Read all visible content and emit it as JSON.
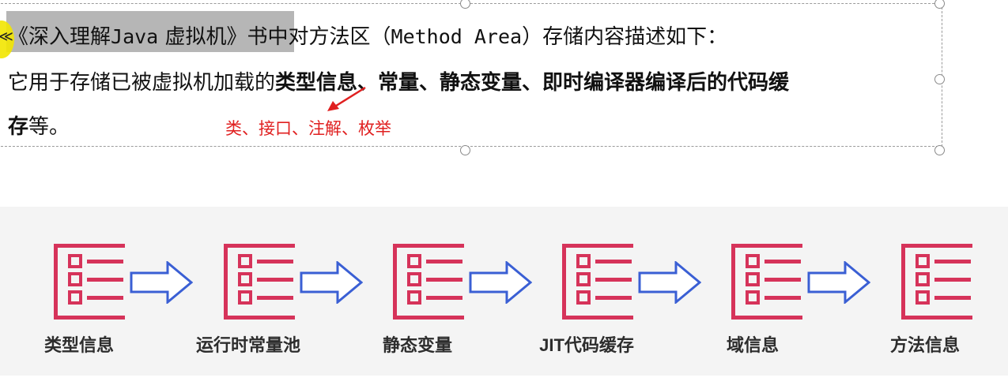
{
  "textbox": {
    "line1_prefix": "《深入理解",
    "line1_java": "Java",
    "line1_book": " 虚拟机》",
    "line1_rest_a": "书中对方法区（",
    "line1_method_area": "Method Area",
    "line1_rest_b": "）存储内容描述如下：",
    "line2_normal": "它用于存储已被虚拟机加载的",
    "line2_bold": "类型信息、常量、静态变量、即时编译器编译后的代码缓",
    "line3_bold": "存",
    "line3_normal": "等。",
    "annotation": "类、接口、注解、枚举",
    "cursor_glyph": "≪"
  },
  "flow": {
    "items": [
      {
        "label": "类型信息",
        "icon": "document-list-icon"
      },
      {
        "label": "运行时常量池",
        "icon": "document-list-icon"
      },
      {
        "label": "静态变量",
        "icon": "document-list-icon"
      },
      {
        "label": "JIT代码缓存",
        "icon": "document-list-icon"
      },
      {
        "label": "域信息",
        "icon": "document-list-icon"
      },
      {
        "label": "方法信息",
        "icon": "document-list-icon"
      }
    ]
  },
  "colors": {
    "icon_red": "#d6335a",
    "arrow_blue": "#3a5fd4",
    "annotation_red": "#e02020",
    "highlight": "#a9a9a9",
    "panel_bg": "#f4f4f4"
  }
}
